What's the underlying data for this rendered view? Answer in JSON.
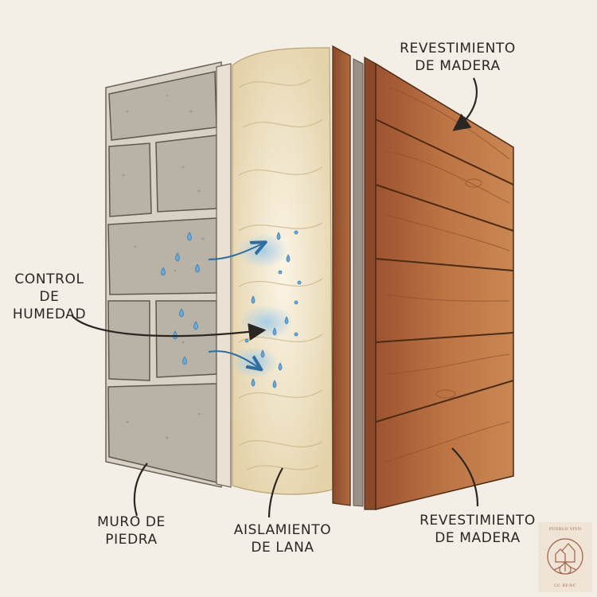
{
  "labels": {
    "revestimiento_top": [
      "REVESTIMIENTO",
      "DE MADERA"
    ],
    "control_humedad": [
      "CONTROL",
      "DE",
      "HUMEDAD"
    ],
    "muro_piedra": [
      "MURO DE",
      "PIEDRA"
    ],
    "aislamiento_lana": [
      "AISLAMIENTO",
      "DE LANA"
    ],
    "revestimiento_bottom": [
      "REVESTIMIENTO",
      "DE MADERA"
    ]
  },
  "logo": {
    "name": "PUEBLO VIVO",
    "license": "CC BY-NC",
    "icon": "village-tree-roots-icon"
  },
  "colors": {
    "background": "#f4efe6",
    "stone": "#b9b2a6",
    "mortar": "#d8d2c6",
    "wool": "#efe3c8",
    "wood": "#b4663a",
    "water": "#6aa9d8",
    "ink": "#2a2622"
  }
}
